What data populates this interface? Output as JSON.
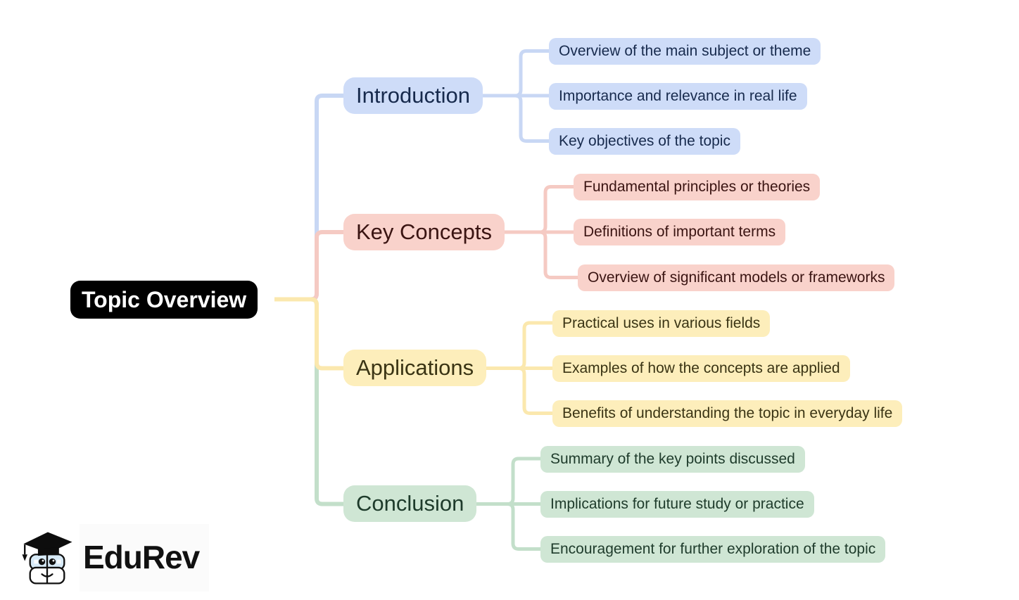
{
  "root": {
    "label": "Topic Overview",
    "bg_color": "#000000",
    "text_color": "#ffffff"
  },
  "branches": [
    {
      "id": "introduction",
      "label": "Introduction",
      "fill_color": "#cedcf8",
      "text_color": "#172a4d",
      "line_color": "#c8d7f4",
      "children": [
        "Overview of the main subject or theme",
        "Importance and relevance in real life",
        "Key objectives of the topic"
      ]
    },
    {
      "id": "key-concepts",
      "label": "Key Concepts",
      "fill_color": "#f9d2cb",
      "text_color": "#3a1412",
      "line_color": "#f5cac3",
      "children": [
        "Fundamental principles or theories",
        "Definitions of important terms",
        "Overview of significant models or frameworks"
      ]
    },
    {
      "id": "applications",
      "label": "Applications",
      "fill_color": "#fdeebb",
      "text_color": "#3a3414",
      "line_color": "#fbe8ae",
      "children": [
        "Practical uses in various fields",
        "Examples of how the concepts are applied",
        "Benefits of understanding the topic in everyday life"
      ]
    },
    {
      "id": "conclusion",
      "label": "Conclusion",
      "fill_color": "#cfe6d4",
      "text_color": "#1e3b2b",
      "line_color": "#c3dfca",
      "children": [
        "Summary of the key points discussed",
        "Implications for future study or practice",
        "Encouragement for further exploration of the topic"
      ]
    }
  ],
  "logo": {
    "text": "EduRev"
  }
}
